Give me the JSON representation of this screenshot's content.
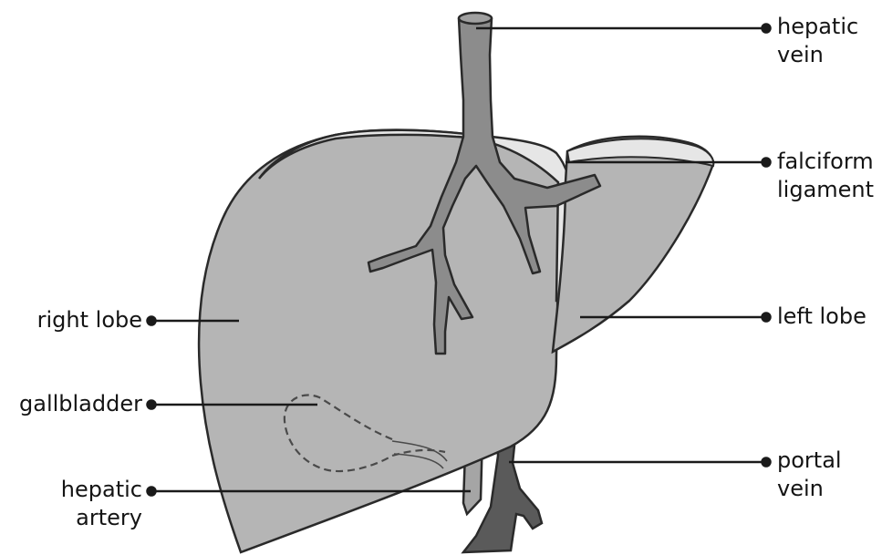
{
  "labels": {
    "hepatic_vein": [
      "hepatic",
      "vein"
    ],
    "falciform_ligament": [
      "falciform",
      "ligament"
    ],
    "left_lobe": [
      "left lobe"
    ],
    "portal_vein": [
      "portal",
      "vein"
    ],
    "right_lobe": [
      "right lobe"
    ],
    "gallbladder": [
      "gallbladder"
    ],
    "hepatic_artery": [
      "hepatic",
      "artery"
    ]
  },
  "colors": {
    "liver_fill": "#b5b5b5",
    "outline": "#2a2a2a",
    "ligament_fill": "#e6e6e6",
    "hepatic_vein_fill": "#8c8c8c",
    "portal_vein_fill": "#5a5a5a",
    "artery_fill": "#a5a5a5"
  }
}
